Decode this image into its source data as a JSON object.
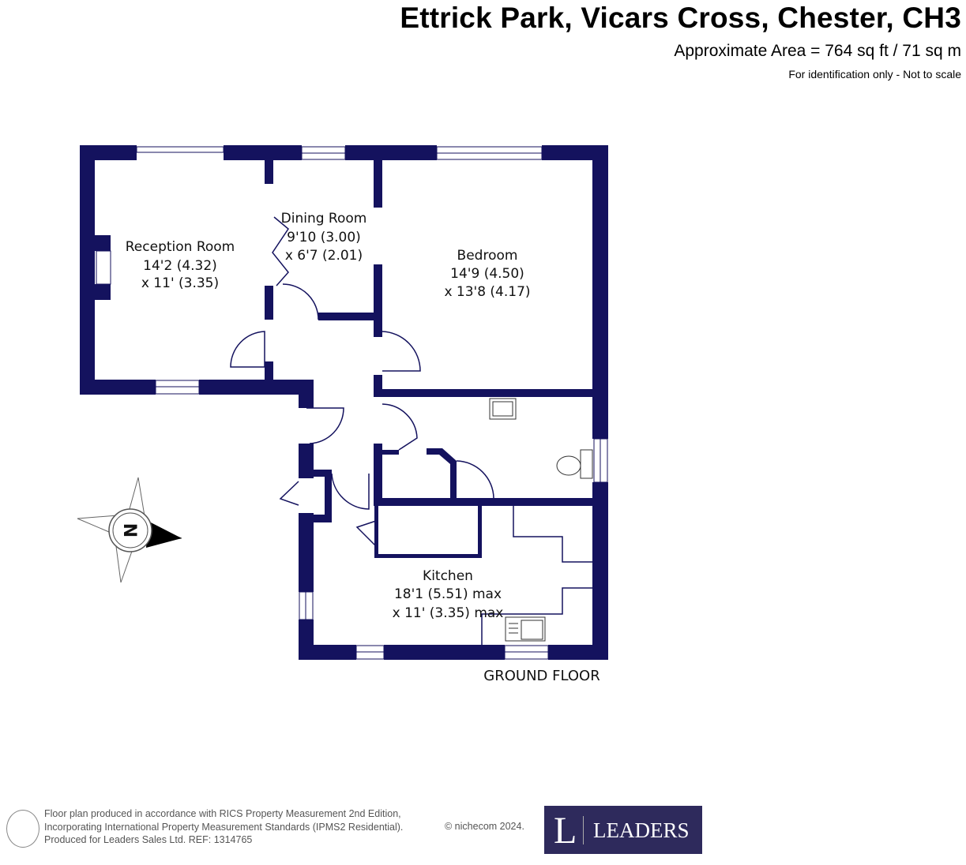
{
  "header": {
    "title": "Ettrick Park, Vicars Cross, Chester, CH3",
    "area": "Approximate Area = 764 sq ft / 71 sq m",
    "note": "For identification only - Not to scale"
  },
  "rooms": [
    {
      "name": "Reception Room",
      "dim1": "14'2 (4.32)",
      "dim2": "x 11' (3.35)"
    },
    {
      "name": "Dining Room",
      "dim1": "9'10 (3.00)",
      "dim2": "x 6'7 (2.01)"
    },
    {
      "name": "Bedroom",
      "dim1": "14'9 (4.50)",
      "dim2": "x 13'8 (4.17)"
    },
    {
      "name": "Kitchen",
      "dim1": "18'1 (5.51) max",
      "dim2": "x 11' (3.35) max"
    }
  ],
  "floor_label": "GROUND FLOOR",
  "compass": {
    "letter": "N"
  },
  "footer": {
    "line1": "Floor plan produced in accordance with RICS Property Measurement 2nd Edition,",
    "line2": "Incorporating International Property Measurement Standards (IPMS2 Residential).",
    "line3": "Produced for Leaders Sales Ltd.   REF:  1314765",
    "copyright": "© nichecom 2024."
  },
  "logo": {
    "letter": "L",
    "name": "LEADERS"
  },
  "colors": {
    "wall": "#14125e",
    "logo_bg": "#2e2a5c"
  }
}
